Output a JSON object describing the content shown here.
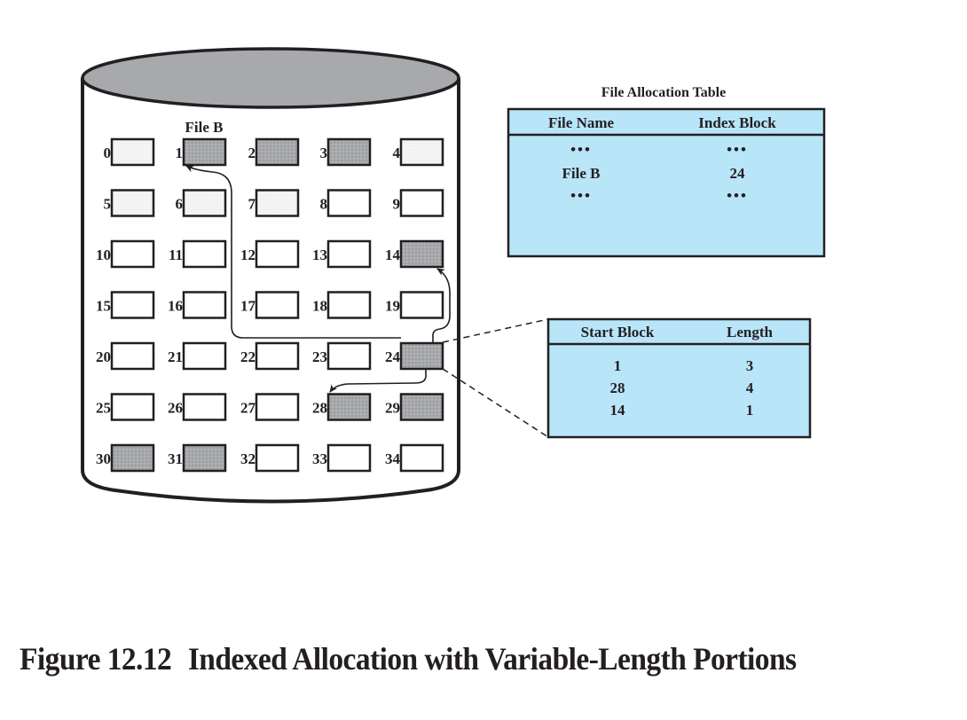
{
  "figure": {
    "number_label": "Figure 12.12",
    "title": "Indexed Allocation with Variable-Length Portions"
  },
  "disk": {
    "file_label": "File B",
    "file_label_block": 1,
    "columns": 5,
    "blocks": [
      {
        "id": 0,
        "label": "0",
        "state": "light"
      },
      {
        "id": 1,
        "label": "1",
        "state": "filled"
      },
      {
        "id": 2,
        "label": "2",
        "state": "filled"
      },
      {
        "id": 3,
        "label": "3",
        "state": "filled"
      },
      {
        "id": 4,
        "label": "4",
        "state": "light"
      },
      {
        "id": 5,
        "label": "5",
        "state": "light"
      },
      {
        "id": 6,
        "label": "6",
        "state": "light"
      },
      {
        "id": 7,
        "label": "7",
        "state": "light"
      },
      {
        "id": 8,
        "label": "8",
        "state": "empty"
      },
      {
        "id": 9,
        "label": "9",
        "state": "empty"
      },
      {
        "id": 10,
        "label": "10",
        "state": "empty"
      },
      {
        "id": 11,
        "label": "11",
        "state": "empty"
      },
      {
        "id": 12,
        "label": "12",
        "state": "empty"
      },
      {
        "id": 13,
        "label": "13",
        "state": "empty"
      },
      {
        "id": 14,
        "label": "14",
        "state": "filled"
      },
      {
        "id": 15,
        "label": "15",
        "state": "empty"
      },
      {
        "id": 16,
        "label": "16",
        "state": "empty"
      },
      {
        "id": 17,
        "label": "17",
        "state": "empty"
      },
      {
        "id": 18,
        "label": "18",
        "state": "empty"
      },
      {
        "id": 19,
        "label": "19",
        "state": "empty"
      },
      {
        "id": 20,
        "label": "20",
        "state": "empty"
      },
      {
        "id": 21,
        "label": "21",
        "state": "empty"
      },
      {
        "id": 22,
        "label": "22",
        "state": "empty"
      },
      {
        "id": 23,
        "label": "23",
        "state": "empty"
      },
      {
        "id": 24,
        "label": "24",
        "state": "filled"
      },
      {
        "id": 25,
        "label": "25",
        "state": "empty"
      },
      {
        "id": 26,
        "label": "26",
        "state": "empty"
      },
      {
        "id": 27,
        "label": "27",
        "state": "empty"
      },
      {
        "id": 28,
        "label": "28",
        "state": "filled"
      },
      {
        "id": 29,
        "label": "29",
        "state": "filled"
      },
      {
        "id": 30,
        "label": "30",
        "state": "filled"
      },
      {
        "id": 31,
        "label": "31",
        "state": "filled"
      },
      {
        "id": 32,
        "label": "32",
        "state": "empty"
      },
      {
        "id": 33,
        "label": "33",
        "state": "empty"
      },
      {
        "id": 34,
        "label": "34",
        "state": "empty"
      }
    ],
    "pointers": [
      {
        "from": 24,
        "to": 1
      },
      {
        "from": 24,
        "to": 28
      },
      {
        "from": 24,
        "to": 14
      }
    ]
  },
  "file_allocation_table": {
    "title": "File Allocation Table",
    "headers": [
      "File Name",
      "Index Block"
    ],
    "rows": [
      [
        "•••",
        "•••"
      ],
      [
        "File B",
        "24"
      ],
      [
        "•••",
        "•••"
      ]
    ]
  },
  "index_block_table": {
    "source_block": 24,
    "headers": [
      "Start Block",
      "Length"
    ],
    "rows": [
      [
        "1",
        "3"
      ],
      [
        "28",
        "4"
      ],
      [
        "14",
        "1"
      ]
    ]
  },
  "colors": {
    "cylinder_top": "#a7a9ac",
    "block_filled": "#a7a9ac",
    "block_light": "#f1f1f2",
    "table_fill": "#b9e5f9",
    "stroke": "#231f20"
  }
}
